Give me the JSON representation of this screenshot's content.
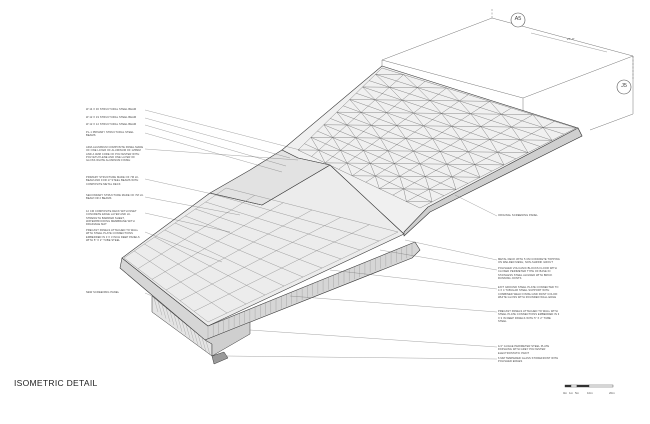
{
  "title": "ISOMETRIC DETAIL",
  "grid_markers": [
    "A5",
    "J5"
  ],
  "dimension_text": "27'-0\"",
  "scale_bar": [
    "0m",
    "1m",
    "5m",
    "10m",
    "20m"
  ],
  "left_notes": [
    "W 14 X 30 STRUCTURAL STEEL BEAM",
    "W 12 X 19 STRUCTURAL STEEL BEAM",
    "W 12 X 12 STRUCTURAL STEEL BEAM",
    "PL-1 PRIMARY STRUCTURAL STEEL BEAMS",
    "ARIA ALUMINUM COMPOSITE PANEL MADE OF ONE LAYER OF ALUMINUM OF 125MM AND A 4MM CORE OF POLYESTER WITH POLYETHYLENE AND ONE LAYER OF GLOSS WHITE ALUMINUM FINISH",
    "PRIMARY STRUCTURE MADE OF 7M HI-BEAM AND FOR 17 STEEL BEAMS WITH COMPOSITE METAL DECK",
    "SECONDARY STRUCTURE MADE OF 7M HI-BEAM OR 2 BEAMS",
    "12 CM COMPOSITE DECK WITH INSET CONCRETE EDGE LAYER AND HI-STRENGTH BARRIER SHEET, WATERPROOFING MEMBRANE WITH DRAINAGE MAT",
    "PRECAST PANELS ATTACHED TO WALL WITH STEEL PLATE CONNECTIONS EMBEDDED IN 3 X 3 INCH DEEP PANELS WITH 5\" X 2\" TUBE STEEL",
    "NEW SCREENING PANEL"
  ],
  "right_notes": [
    "ORIGINAL SCREENING PANEL",
    "METAL DECK WITH 5 CM CONCRETE TOPPING ON WELDED MESH, NON-SHRINK GROUT",
    "POLISHED VOLCANIC BLOCKS FLOOR WITH CLOSED PERIMETER TYPE OF BASE IN STAINLESS STEEL ALIGNED WITH BRICK RUNNING JOINTS",
    "EXIT GROUND STEEL PLATE CONNECTED TO 4 X 4 TUBULAR STEEL SUPPORT WITH COMBINED WELD FINISH AND PAINT COLOR: WHITE GLOSS WITH ROUNDED WALL EDGE",
    "PRECAST PANELS ATTACHED TO WALL WITH STEEL PLATE CONNECTIONS EMBEDDED IN 3 X 3 IN DEEP PANELS WITH 5\" X 2\" TUBE STEEL",
    "1/4\" GUAGE PERIMETER STEEL PLATE FINISHING WITH GREY POLYESTER ELECTROSTATIC PAINT",
    "6 MM TEMPERED GLASS STOREFRONT WITH POLISHED EDGES"
  ],
  "colors": {
    "line": "#3a3a3a",
    "thin": "#6a6a6a",
    "fill": "#ececec",
    "fill_dark": "#d8d8d8"
  }
}
